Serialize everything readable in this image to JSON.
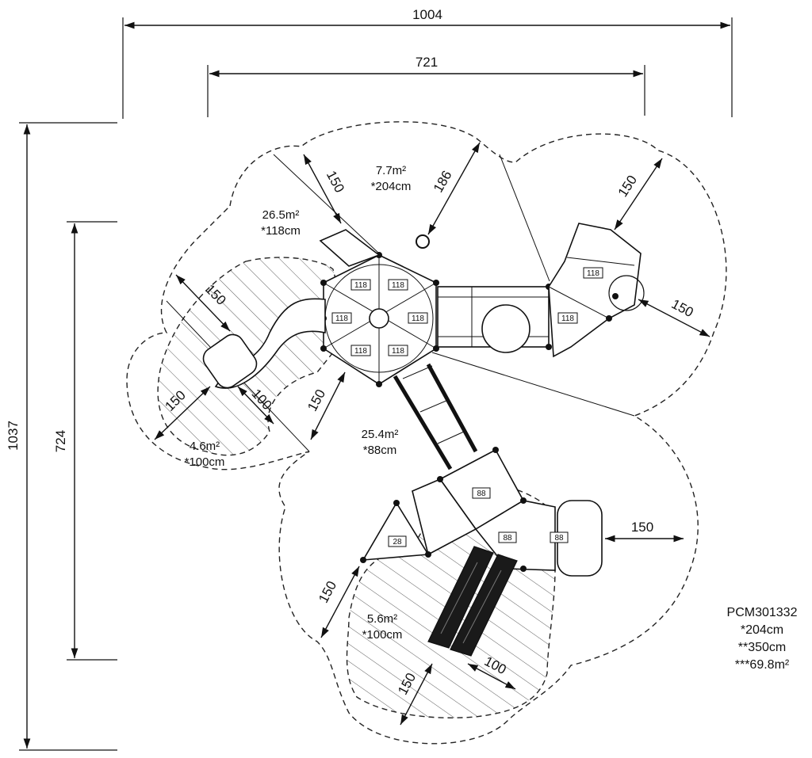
{
  "dimensions": {
    "overall_width": "1004",
    "equipment_width": "721",
    "overall_height": "1037",
    "equipment_height": "724",
    "zone_150": "150",
    "zone_186": "186",
    "zone_100": "100"
  },
  "areas": [
    {
      "area": "7.7m²",
      "height": "*204cm"
    },
    {
      "area": "26.5m²",
      "height": "*118cm"
    },
    {
      "area": "4.6m²",
      "height": "*100cm"
    },
    {
      "area": "25.4m²",
      "height": "*88cm"
    },
    {
      "area": "5.6m²",
      "height": "*100cm"
    }
  ],
  "deck_heights": {
    "h118": "118",
    "h88": "88",
    "h28": "28"
  },
  "product": {
    "code": "PCM301332",
    "line1": "*204cm",
    "line2": "**350cm",
    "line3": "***69.8m²"
  }
}
